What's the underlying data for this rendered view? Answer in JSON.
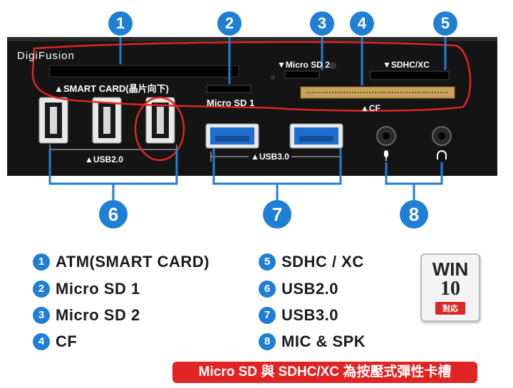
{
  "panel": {
    "brand": "DigiFusion",
    "slot_labels": {
      "smart_card": "▲SMART CARD(晶片向下)",
      "micro_sd_1": "Micro SD 1",
      "micro_sd_2": "▼Micro SD 2",
      "sdhc_xc": "▼SDHC/XC",
      "cf": "▲CF",
      "usb2": "▲USB2.0",
      "usb3": "▲USB3.0"
    }
  },
  "callouts": [
    "1",
    "2",
    "3",
    "4",
    "5",
    "6",
    "7",
    "8"
  ],
  "legend": [
    {
      "num": "1",
      "text": "ATM(SMART CARD)"
    },
    {
      "num": "2",
      "text": "Micro SD 1"
    },
    {
      "num": "3",
      "text": "Micro SD 2"
    },
    {
      "num": "4",
      "text": "CF"
    },
    {
      "num": "5",
      "text": "SDHC / XC"
    },
    {
      "num": "6",
      "text": "USB2.0"
    },
    {
      "num": "7",
      "text": "USB3.0"
    },
    {
      "num": "8",
      "text": "MIC & SPK"
    }
  ],
  "badge": {
    "line1": "WIN",
    "line2": "10",
    "line3": "對応"
  },
  "note": "Micro SD 與 SDHC/XC 為按壓式彈性卡槽",
  "colors": {
    "accent_blue": "#1e7fd4",
    "highlight_red": "#e02424",
    "panel_black": "#141414"
  }
}
